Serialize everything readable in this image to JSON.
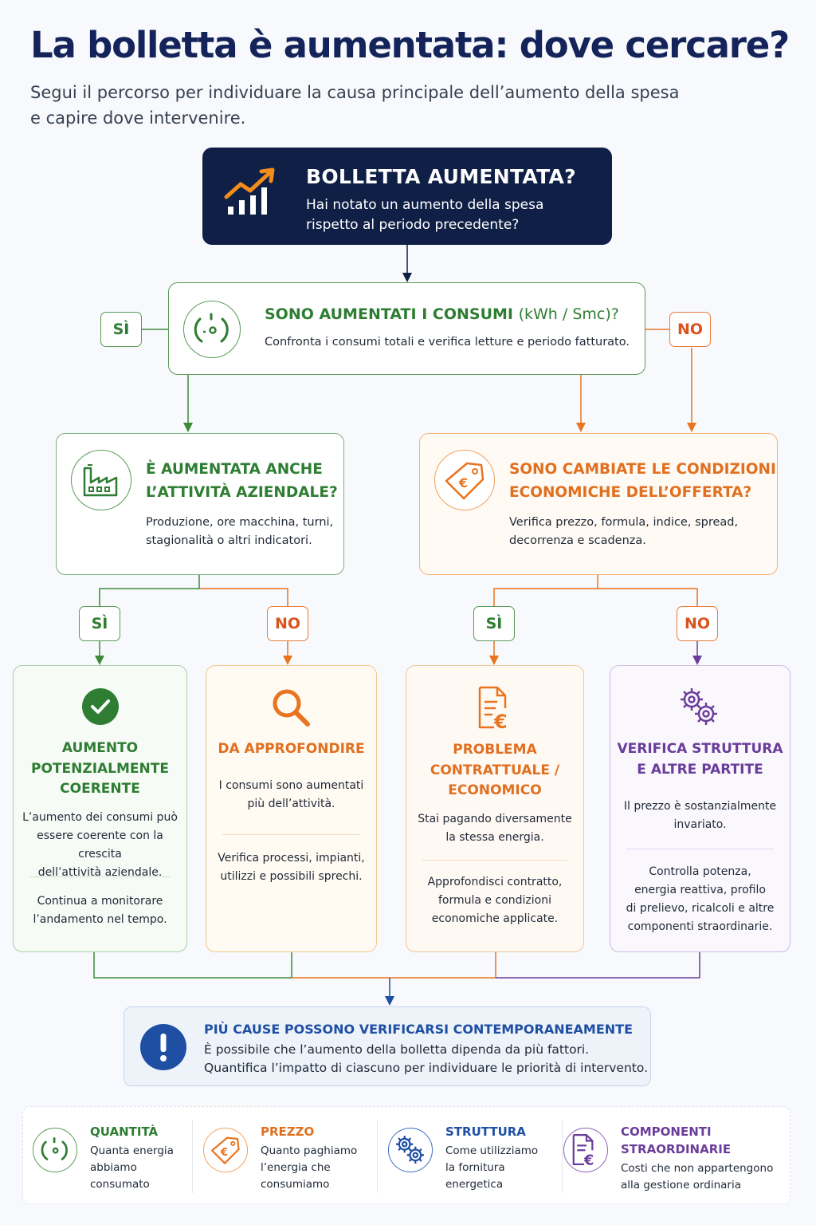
{
  "header": {
    "title": "La bolletta è aumentata: dove cercare?",
    "subtitle_line1": "Segui il percorso per individuare la causa principale dell’aumento della spesa",
    "subtitle_line2": "e capire dove intervenire."
  },
  "start": {
    "title": "BOLLETTA AUMENTATA?",
    "line1": "Hai notato un aumento della spesa",
    "line2": "rispetto al periodo precedente?"
  },
  "question_consumption": {
    "title": "SONO AUMENTATI I CONSUMI",
    "unit": "(kWh / Smc)?",
    "description": "Confronta i consumi totali e verifica letture e periodo fatturato."
  },
  "labels": {
    "yes": "SÌ",
    "no": "NO"
  },
  "question_activity": {
    "title_line1": "È AUMENTATA ANCHE",
    "title_line2": "L’ATTIVITÀ AZIENDALE?",
    "desc_line1": "Produzione, ore macchina, turni,",
    "desc_line2": "stagionalità o altri indicatori."
  },
  "question_conditions": {
    "title_line1": "SONO CAMBIATE LE CONDIZIONI",
    "title_line2": "ECONOMICHE DELL’OFFERTA?",
    "desc_line1": "Verifica prezzo, formula, indice, spread,",
    "desc_line2": "decorrenza e scadenza."
  },
  "outcomes": [
    {
      "title": [
        "AUMENTO",
        "POTENZIALMENTE",
        "COERENTE"
      ],
      "text": [
        "L’aumento dei consumi può",
        "essere coerente con la crescita",
        "dell’attività aziendale."
      ],
      "action": [
        "Continua a monitorare",
        "l’andamento nel tempo."
      ]
    },
    {
      "title": [
        "DA APPROFONDIRE"
      ],
      "text": [
        "I consumi sono aumentati",
        "più dell’attività."
      ],
      "action": [
        "Verifica processi, impianti,",
        "utilizzi e possibili sprechi."
      ]
    },
    {
      "title": [
        "PROBLEMA",
        "CONTRATTUALE /",
        "ECONOMICO"
      ],
      "text": [
        "Stai pagando diversamente",
        "la stessa energia."
      ],
      "action": [
        "Approfondisci contratto,",
        "formula e condizioni",
        "economiche applicate."
      ]
    },
    {
      "title": [
        "VERIFICA STRUTTURA",
        "E ALTRE PARTITE"
      ],
      "text": [
        "Il prezzo è sostanzialmente",
        "invariato."
      ],
      "action": [
        "Controlla potenza,",
        "energia reattiva, profilo",
        "di prelievo, ricalcoli e altre",
        "componenti straordinarie."
      ]
    }
  ],
  "note": {
    "title": "PIÙ CAUSE POSSONO VERIFICARSI CONTEMPORANEAMENTE",
    "line1": "È possibile che l’aumento della bolletta dipenda da più fattori.",
    "line2": "Quantifica l’impatto di ciascuno per individuare le priorità di intervento."
  },
  "legend": [
    {
      "title": [
        "QUANTITÀ"
      ],
      "text": [
        "Quanta energia",
        "abbiamo",
        "consumato"
      ],
      "icon": "gauge-icon"
    },
    {
      "title": [
        "PREZZO"
      ],
      "text": [
        "Quanto paghiamo",
        "l’energia che",
        "consumiamo"
      ],
      "icon": "euro-tag-icon"
    },
    {
      "title": [
        "STRUTTURA"
      ],
      "text": [
        "Come utilizziamo",
        "la fornitura",
        "energetica"
      ],
      "icon": "gears-icon"
    },
    {
      "title": [
        "COMPONENTI",
        "STRAORDINARIE"
      ],
      "text": [
        "Costi che non appartengono",
        "alla gestione ordinaria"
      ],
      "icon": "euro-document-icon"
    }
  ],
  "colors": {
    "navy": "#0f1f45",
    "green": "#2e7d32",
    "orange": "#e8741f",
    "purple": "#6a3d9a",
    "blue": "#1e4fa3"
  }
}
